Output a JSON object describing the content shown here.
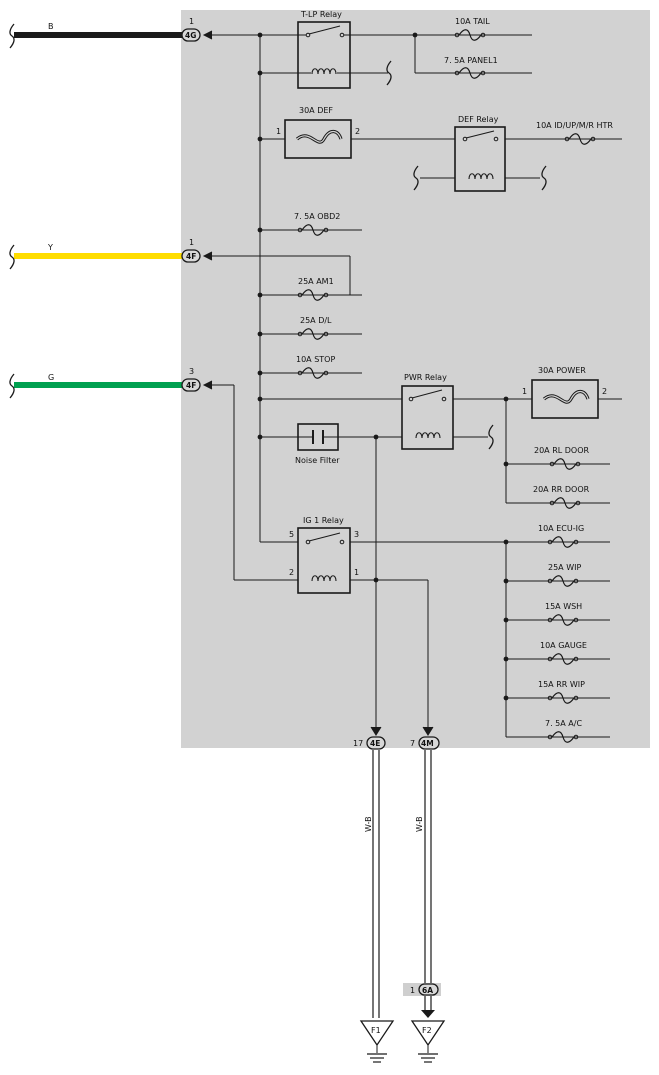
{
  "wires": {
    "b": {
      "color_label": "B",
      "color": "#1a1a1a"
    },
    "y": {
      "color_label": "Y",
      "color": "#ffdd00"
    },
    "g": {
      "color_label": "G",
      "color": "#00a050"
    },
    "wb1": {
      "color_label": "W-B"
    },
    "wb2": {
      "color_label": "W-B"
    }
  },
  "connectors": {
    "c4g": {
      "id": "4G",
      "pin": "1"
    },
    "c4f_y": {
      "id": "4F",
      "pin": "1"
    },
    "c4f_g": {
      "id": "4F",
      "pin": "3"
    },
    "c4e": {
      "id": "4E",
      "pin": "17"
    },
    "c4m": {
      "id": "4M",
      "pin": "7"
    },
    "c6a": {
      "id": "6A",
      "pin": "1"
    }
  },
  "relays": {
    "tlp": {
      "label": "T-LP Relay"
    },
    "def": {
      "label": "DEF Relay"
    },
    "pwr": {
      "label": "PWR Relay"
    },
    "ig1": {
      "label": "IG 1 Relay",
      "pins": [
        "5",
        "3",
        "2",
        "1"
      ]
    }
  },
  "fusible": {
    "def30": {
      "label": "30A DEF",
      "pins": [
        "1",
        "2"
      ]
    },
    "power30": {
      "label": "30A POWER",
      "pins": [
        "1",
        "2"
      ]
    }
  },
  "fuses": {
    "tail": "10A TAIL",
    "panel1": "7. 5A PANEL1",
    "idup": "10A ID/UP/M/R HTR",
    "obd2": "7. 5A OBD2",
    "am1": "25A AM1",
    "dl": "25A D/L",
    "stop": "10A STOP",
    "rldoor": "20A RL DOOR",
    "rrdoor": "20A RR DOOR",
    "ecuig": "10A ECU-IG",
    "wip": "25A WIP",
    "wsh": "15A WSH",
    "gauge": "10A GAUGE",
    "rrwip": "15A RR WIP",
    "ac": "7. 5A A/C"
  },
  "noise_filter": {
    "label": "Noise Filter"
  },
  "grounds": {
    "f1": "F1",
    "f2": "F2"
  },
  "colors": {
    "junction_block": "#d2d2d2",
    "line": "#1a1a1a"
  }
}
